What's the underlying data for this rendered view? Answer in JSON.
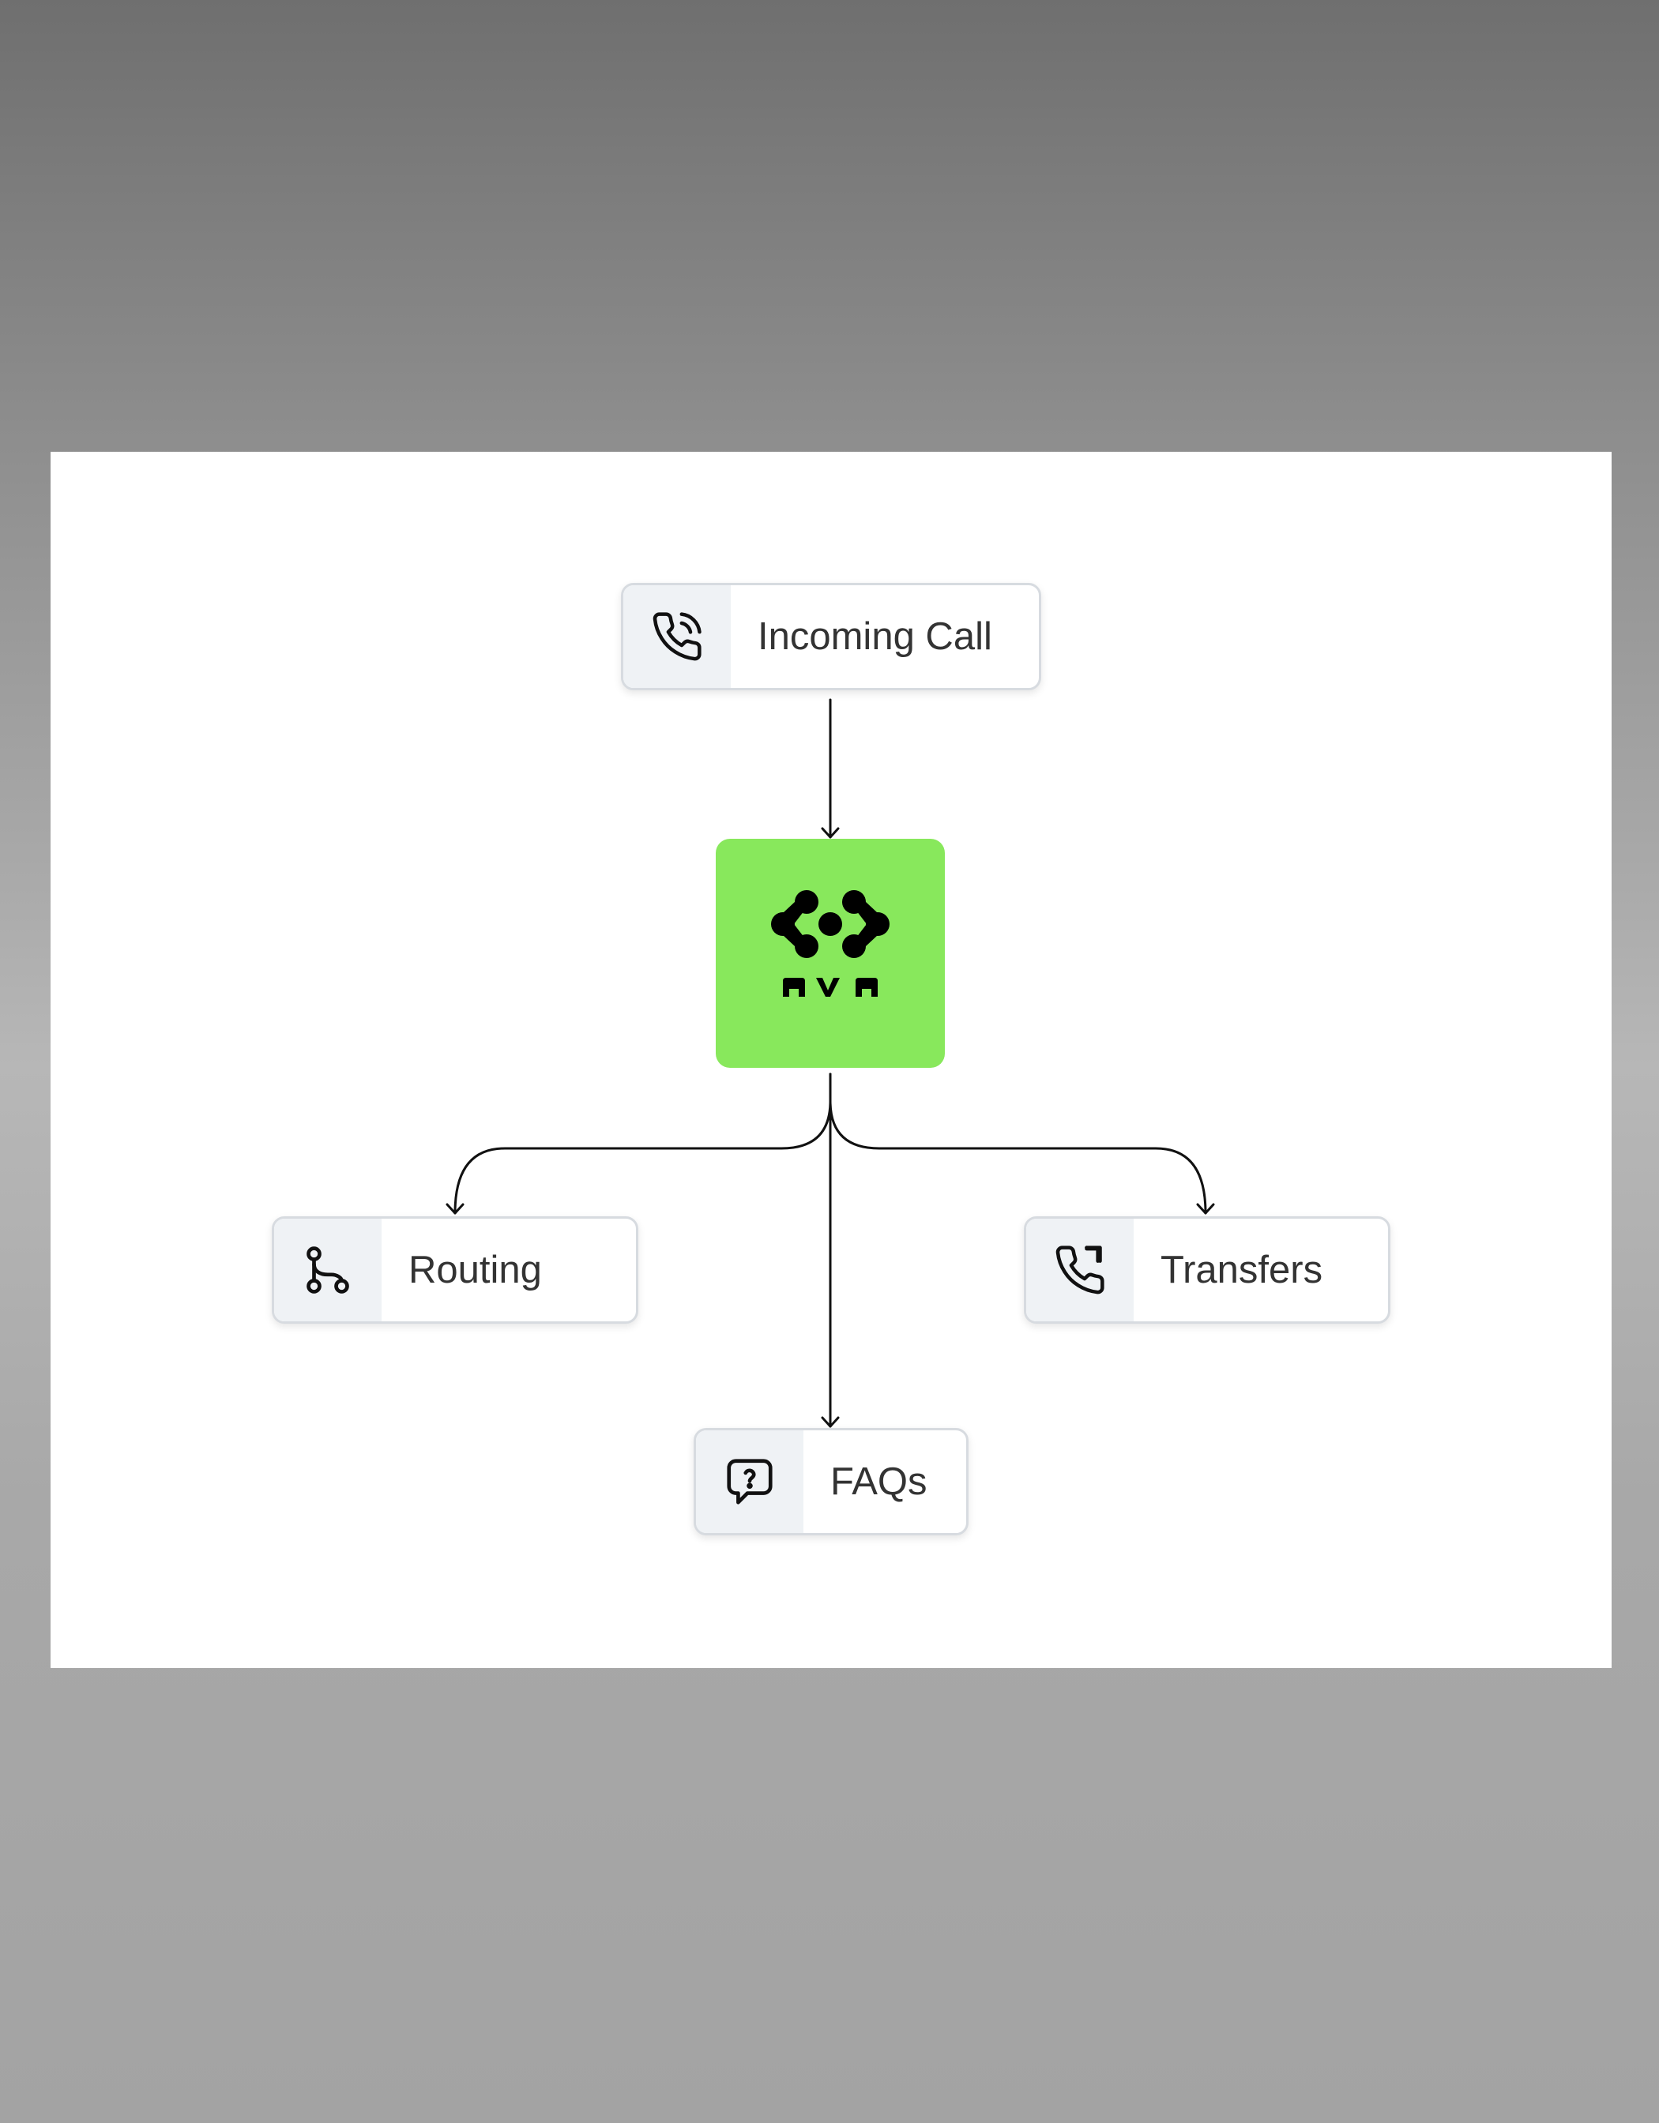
{
  "diagram": {
    "source": {
      "label": "Incoming Call",
      "icon": "phone-ringing-icon"
    },
    "hub": {
      "name": "AVA",
      "icon": "ava-logo",
      "color": "#88e85c"
    },
    "branches": [
      {
        "label": "Routing",
        "icon": "branch-icon"
      },
      {
        "label": "FAQs",
        "icon": "question-bubble-icon"
      },
      {
        "label": "Transfers",
        "icon": "phone-forward-icon"
      }
    ]
  }
}
